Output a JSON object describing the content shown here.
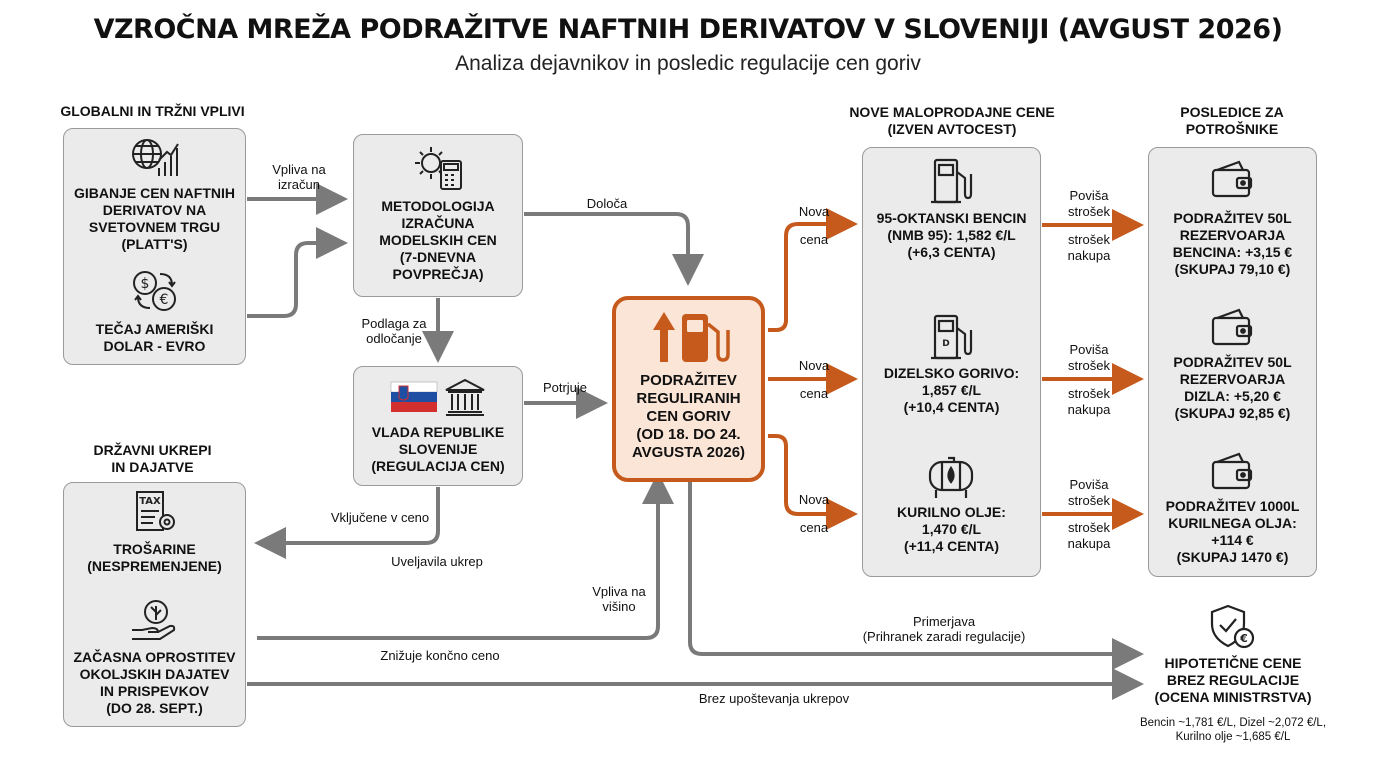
{
  "title": "VZROČNA MREŽA PODRAŽITVE NAFTNIH DERIVATOV V SLOVENIJI (AVGUST 2026)",
  "subtitle": "Analiza dejavnikov in posledic regulacije cen goriv",
  "sections": {
    "global": "GLOBALNI IN TRŽNI VPLIVI",
    "state": "DRŽAVNI UKREPI\nIN DAJATVE",
    "retail": "NOVE MALOPRODAJNE CENE\n(IZVEN AVTOCEST)",
    "consequences": "POSLEDICE ZA\nPOTROŠNIKE"
  },
  "nodes": {
    "oil_prices": "GIBANJE CEN NAFTNIH\nDERIVATOV NA\nSVETOVNEM TRGU\n(PLATT'S)",
    "exchange_rate": "TEČAJ AMERIŠKI\nDOLAR - EVRO",
    "methodology": "METODOLOGIJA\nIZRAČUNA\nMODELSKIH CEN\n(7-DNEVNA\nPOVPREČJA)",
    "government": "VLADA REPUBLIKE\nSLOVENIJE\n(REGULACIJA CEN)",
    "main": "PODRAŽITEV\nREGULIRANIH\nCEN GORIV\n(OD 18. DO 24.\nAVGUSTA 2026)",
    "excise": "TROŠARINE\n(NESPREMENJENE)",
    "exemption": "ZAČASNA OPROSTITEV\nOKOLJSKIH DAJATEV\nIN PRISPEVKOV\n(DO 28. SEPT.)",
    "petrol": "95-OKTANSKI BENCIN\n(NMB 95): 1,582 €/L\n(+6,3 CENTA)",
    "diesel": "DIZELSKO GORIVO:\n1,857 €/L\n(+10,4 CENTA)",
    "heating_oil": "KURILNO OLJE:\n1,470 €/L\n(+11,4 CENTA)",
    "petrol_tank": "PODRAŽITEV 50L\nREZERVOARJA\nBENCINA: +3,15 €\n(SKUPAJ 79,10 €)",
    "diesel_tank": "PODRAŽITEV 50L\nREZERVOARJA\nDIZLA: +5,20 €\n(SKUPAJ 92,85 €)",
    "heating_tank": "PODRAŽITEV 1000L\nKURILNEGA OLJA:\n+114 €\n(SKUPAJ 1470 €)",
    "hypothetical": "HIPOTETIČNE CENE\nBREZ REGULACIJE\n(OCENA MINISTRSTVA)",
    "hypothetical_note": "Bencin ~1,781 €/L, Dizel ~2,072 €/L,\nKurilno olje ~1,685 €/L"
  },
  "edges": {
    "affects_calc": "Vpliva na\nizračun",
    "determines": "Določa",
    "basis": "Podlaga za\nodločanje",
    "confirms": "Potrjuje",
    "included": "Vključene v ceno",
    "enforced": "Uveljavila ukrep",
    "affects_height": "Vpliva na\nvišino",
    "reduces": "Znižuje končno ceno",
    "comparison": "Primerjava\n(Prihranek zaradi regulacije)",
    "without": "Brez upoštevanja ukrepov",
    "new_price_a": "Nova",
    "new_price_b": "cena",
    "raises_a": "Poviša",
    "raises_b": "strošek",
    "cost_a": "strošek",
    "cost_b": "nakupa"
  },
  "icons": {
    "oil_prices": "globe-chart-icon",
    "exchange_rate": "currency-exchange-icon",
    "methodology": "gear-calculator-icon",
    "government": "slovenia-flag-parliament-icon",
    "main": "price-up-fuel-pump-icon",
    "excise": "tax-document-icon",
    "exemption": "hand-leaf-icon",
    "petrol": "fuel-pump-icon",
    "diesel": "fuel-pump-icon",
    "heating_oil": "oil-tank-icon",
    "consumer": "wallet-icon",
    "hypothetical": "shield-euro-icon"
  },
  "colors": {
    "accent": "#c55a1c",
    "accent_fill": "#fbe5d6",
    "box_fill": "#ebebeb",
    "box_border": "#9a9a9a",
    "arrow_gray": "#7a7a7a",
    "flag_blue": "#1f4fa3",
    "flag_red": "#d32f2f"
  }
}
